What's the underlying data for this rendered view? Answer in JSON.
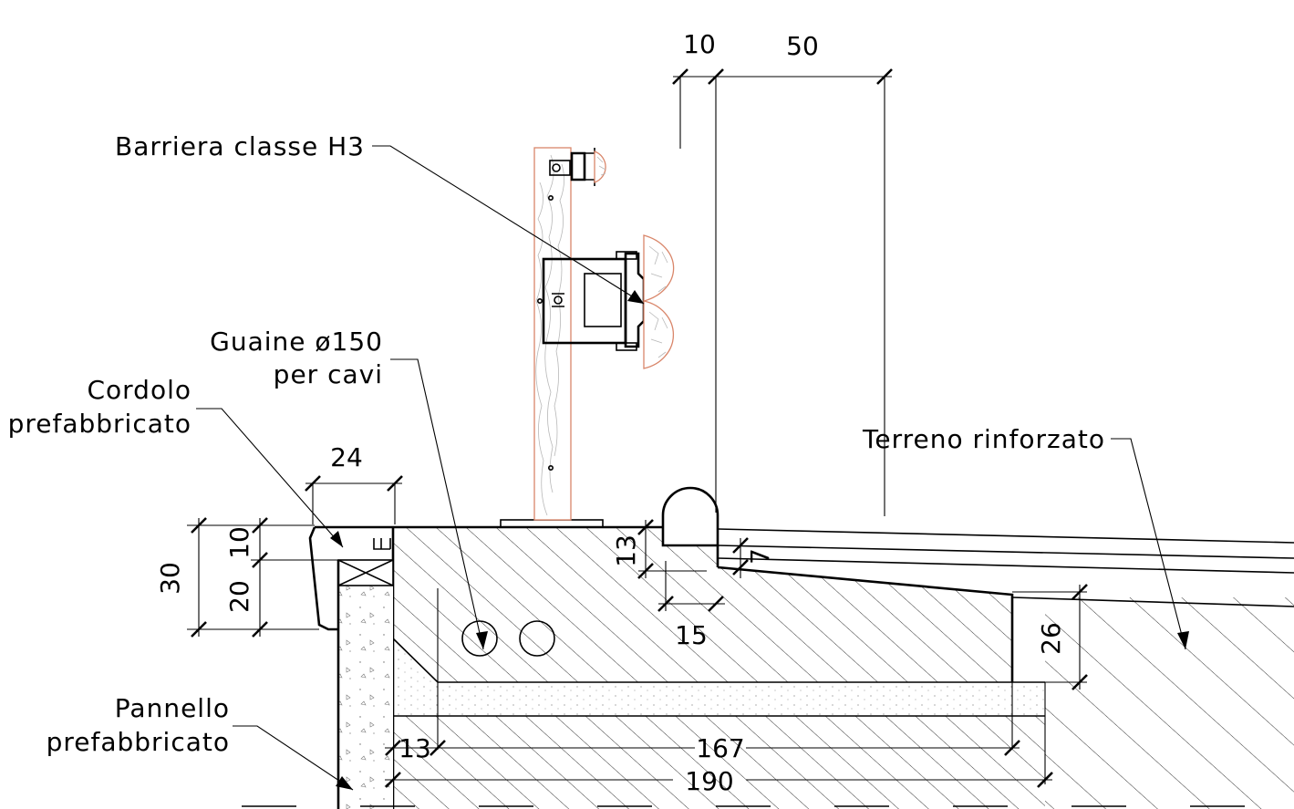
{
  "labels": {
    "barrier": "Barriera classe H3",
    "ducts_line1": "Guaine ø150",
    "ducts_line2": "per cavi",
    "curb_line1": "Cordolo",
    "curb_line2": "prefabbricato",
    "soil": "Terreno rinforzato",
    "panel_line1": "Pannello",
    "panel_line2": "prefabbricato"
  },
  "dimensions": {
    "d10_top": "10",
    "d50_top": "50",
    "d24": "24",
    "d30": "30",
    "d10_left": "10",
    "d20_left": "20",
    "d13_mid": "13",
    "d7": "7",
    "d15": "15",
    "d26": "26",
    "d13_bottom": "13",
    "d167": "167",
    "d190": "190"
  }
}
